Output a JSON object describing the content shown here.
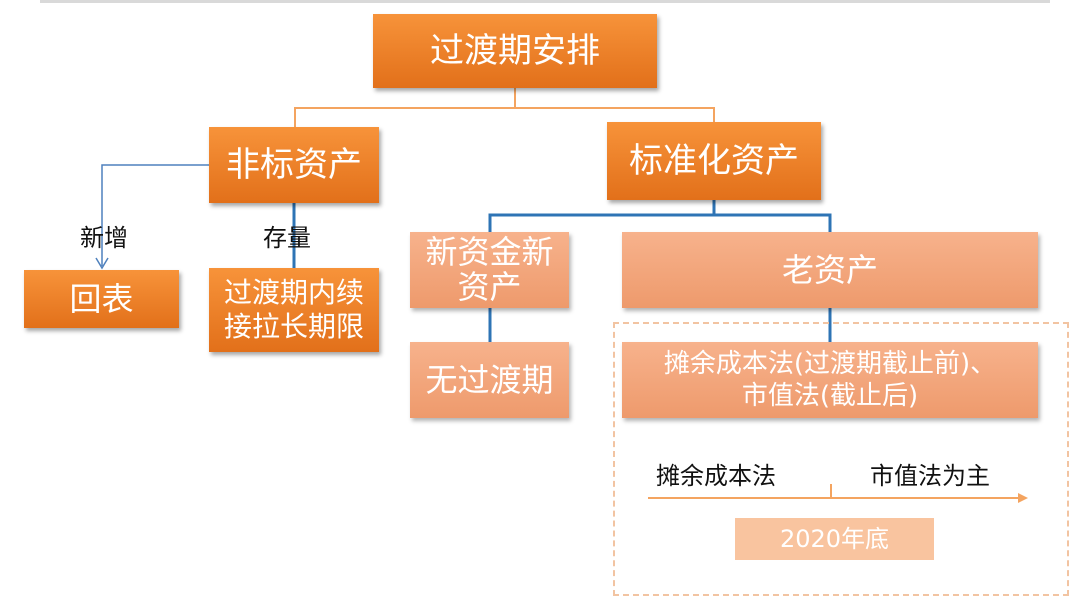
{
  "root": "过渡期安排",
  "nonstandard": {
    "title": "非标资产",
    "new_label": "新增",
    "stock_label": "存量",
    "new_target": "回表",
    "stock_target_line1": "过渡期内续",
    "stock_target_line2": "接拉长期限"
  },
  "standardized": {
    "title": "标准化资产",
    "new_assets_line1": "新资金新",
    "new_assets_line2": "资产",
    "new_assets_target": "无过渡期",
    "old_assets": "老资产",
    "old_method_line1": "摊余成本法(过渡期截止前)、",
    "old_method_line2": "市值法(截止后)"
  },
  "timeline": {
    "left_label": "摊余成本法",
    "right_label": "市值法为主",
    "milestone": "2020年底"
  },
  "colors": {
    "dark_box": "#e8781f",
    "light_box": "#f2a57a",
    "connector_orange": "#f4a460",
    "connector_blue": "#2e74b5",
    "dashed_border": "#f2c4a2"
  }
}
